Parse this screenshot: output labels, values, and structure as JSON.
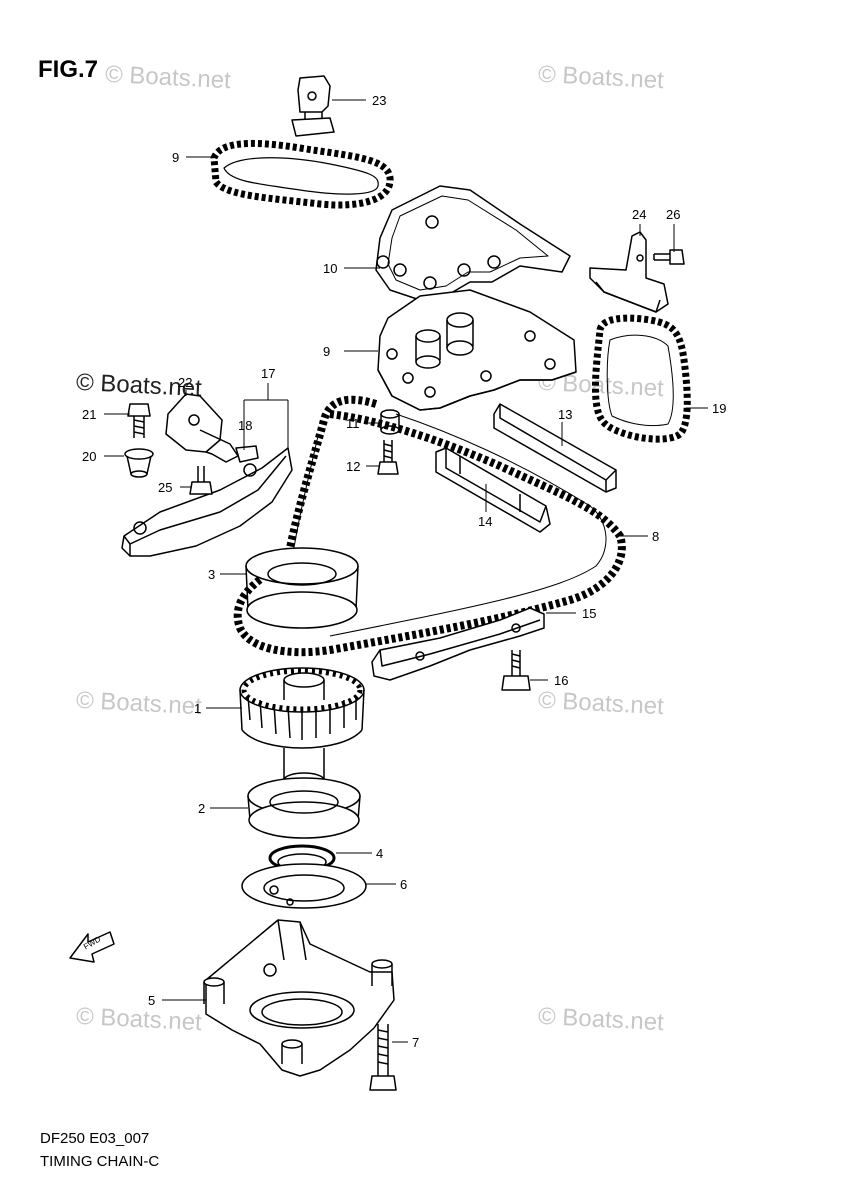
{
  "figure_label": "FIG.7",
  "model_code": "DF250 E03_007",
  "diagram_title": "TIMING CHAIN-C",
  "watermark_text": "© Boats.net",
  "callouts": [
    {
      "id": "c1",
      "label": "1"
    },
    {
      "id": "c2",
      "label": "2"
    },
    {
      "id": "c3",
      "label": "3"
    },
    {
      "id": "c4",
      "label": "4"
    },
    {
      "id": "c5",
      "label": "5"
    },
    {
      "id": "c6",
      "label": "6"
    },
    {
      "id": "c7",
      "label": "7"
    },
    {
      "id": "c8",
      "label": "8"
    },
    {
      "id": "c9a",
      "label": "9"
    },
    {
      "id": "c9b",
      "label": "9"
    },
    {
      "id": "c10",
      "label": "10"
    },
    {
      "id": "c11",
      "label": "11"
    },
    {
      "id": "c12",
      "label": "12"
    },
    {
      "id": "c13",
      "label": "13"
    },
    {
      "id": "c14",
      "label": "14"
    },
    {
      "id": "c15",
      "label": "15"
    },
    {
      "id": "c16",
      "label": "16"
    },
    {
      "id": "c17",
      "label": "17"
    },
    {
      "id": "c18",
      "label": "18"
    },
    {
      "id": "c19",
      "label": "19"
    },
    {
      "id": "c20",
      "label": "20"
    },
    {
      "id": "c21",
      "label": "21"
    },
    {
      "id": "c22",
      "label": "22"
    },
    {
      "id": "c23",
      "label": "23"
    },
    {
      "id": "c24",
      "label": "24"
    },
    {
      "id": "c25",
      "label": "25"
    },
    {
      "id": "c26",
      "label": "26"
    }
  ],
  "fwd_label": "FWD"
}
